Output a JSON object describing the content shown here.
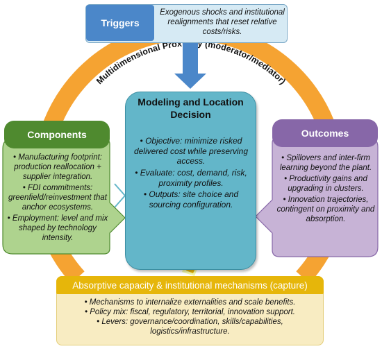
{
  "triggers": {
    "label": "Triggers",
    "description": "Exogenous shocks and institutional realignments that reset relative costs/risks."
  },
  "arc_label": "Multidimensional Proximity (moderator/mediator)",
  "modeling": {
    "title": "Modeling and Location Decision",
    "items": [
      "• Objective: minimize risked delivered cost while preserving access.",
      "• Evaluate: cost, demand, risk, proximity profiles.",
      "• Outputs: site choice and sourcing configuration."
    ]
  },
  "components": {
    "title": "Components",
    "items": [
      "• Manufacturing footprint: production reallocation + supplier integration.",
      "• FDI commitments: greenfield/reinvestment that anchor ecosystems.",
      "• Employment: level and mix shaped by technology intensity."
    ]
  },
  "outcomes": {
    "title": "Outcomes",
    "items": [
      "• Spillovers and inter-firm learning beyond the plant.",
      "• Productivity gains and upgrading in clusters.",
      "• Innovation trajectories, contingent on proximity and absorption."
    ]
  },
  "absorptive": {
    "title": "Absorptive capacity & institutional mechanisms (capture)",
    "items": [
      "• Mechanisms to internalize externalities and scale benefits.",
      "• Policy mix: fiscal, regulatory, territorial, innovation support.",
      "• Levers: governance/coordination, skills/capabilities, logistics/infrastructure."
    ]
  },
  "colors": {
    "arc": "#f5a332",
    "triggers": "#4b87c9",
    "modeling": "#63b6c9",
    "components": "#4f8a2f",
    "outcomes": "#8767a8",
    "absorptive": "#e6b60a"
  }
}
